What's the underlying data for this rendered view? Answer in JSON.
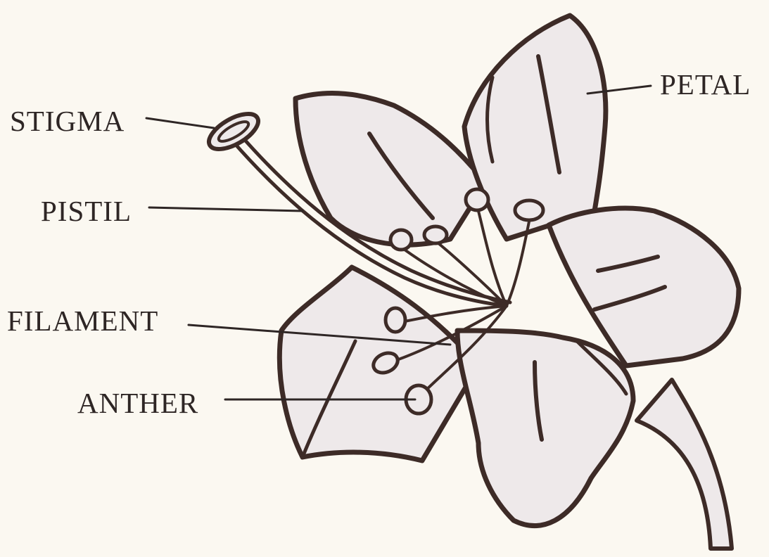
{
  "labels": {
    "stigma": "STIGMA",
    "pistil": "PISTIL",
    "filament": "FILAMENT",
    "anther": "ANTHER",
    "petal": "PETAL"
  },
  "colors": {
    "background": "#fbf8f1",
    "outline": "#3d2b27",
    "petal_fill": "#eee9ea",
    "label_text": "#2e2625"
  }
}
